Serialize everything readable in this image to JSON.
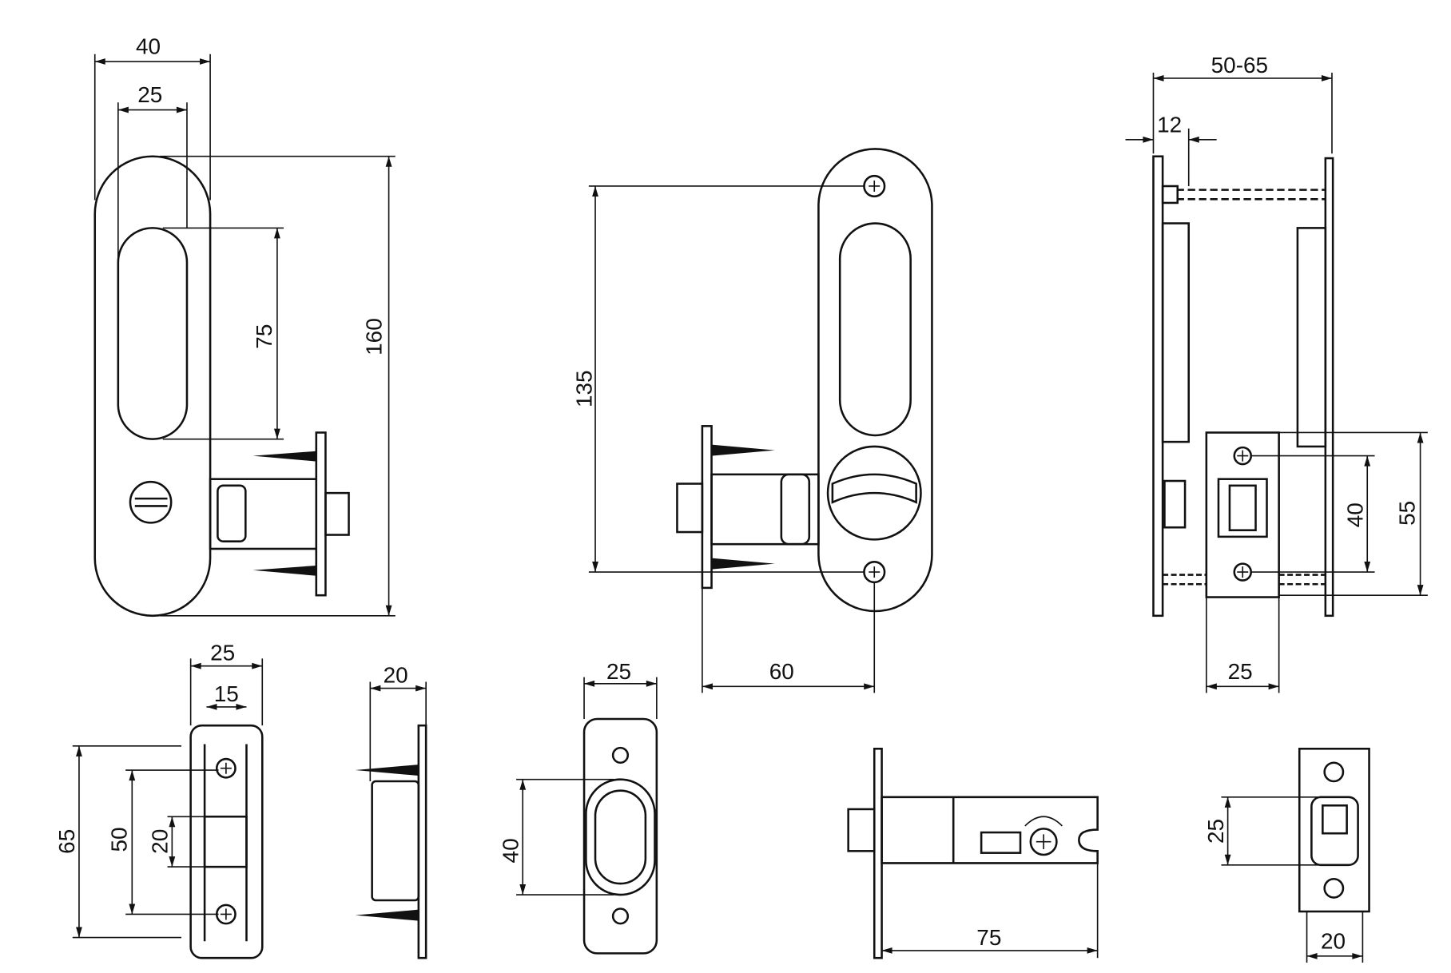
{
  "dimensions": {
    "front_width": "40",
    "front_slot_width": "25",
    "front_slot_height": "75",
    "front_height": "160",
    "screw_spacing": "135",
    "backset": "60",
    "door_thickness": "50-65",
    "plate_offset": "12",
    "rosette_screw_spacing": "40",
    "rosette_height": "55",
    "rosette_width": "25",
    "strike_width": "25",
    "strike_inner_width": "15",
    "strike_height": "65",
    "strike_screw_spacing": "50",
    "strike_hole": "20",
    "strike_depth": "20",
    "keeper_width": "25",
    "keeper_slot": "40",
    "latch_length": "75",
    "faceplate_bolt": "25",
    "faceplate_width": "20"
  }
}
